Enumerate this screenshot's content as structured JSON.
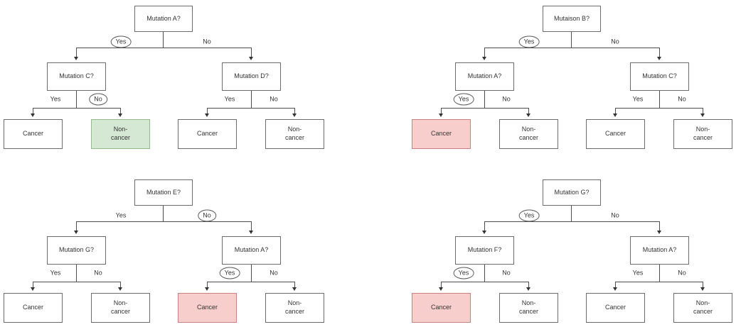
{
  "colors": {
    "canvas_background": "#ffffff",
    "node_border": "#6b6b6b",
    "connector_line": "#4d4d4d",
    "text": "#333333",
    "highlight_green_fill": "#d5e8d4",
    "highlight_green_border": "#94b88a",
    "highlight_red_fill": "#f8cecc",
    "highlight_red_border": "#c9807e"
  },
  "trees": [
    {
      "id": "top-left",
      "root_label": "Mutation A?",
      "branch_yes": {
        "text": "Yes",
        "circled": true
      },
      "branch_no": {
        "text": "No",
        "circled": false
      },
      "children": [
        {
          "label": "Mutation C?",
          "branch_yes": {
            "text": "Yes",
            "circled": false
          },
          "branch_no": {
            "text": "No",
            "circled": true
          }
        },
        {
          "label": "Mutation D?",
          "branch_yes": {
            "text": "Yes",
            "circled": false
          },
          "branch_no": {
            "text": "No",
            "circled": false
          }
        }
      ],
      "leaves": [
        {
          "label": "Cancer",
          "highlight": "none"
        },
        {
          "label": "Non-\ncancer",
          "highlight": "green"
        },
        {
          "label": "Cancer",
          "highlight": "none"
        },
        {
          "label": "Non-\ncancer",
          "highlight": "none"
        }
      ]
    },
    {
      "id": "top-right",
      "root_label": "Mutaison B?",
      "branch_yes": {
        "text": "Yes",
        "circled": true
      },
      "branch_no": {
        "text": "No",
        "circled": false
      },
      "children": [
        {
          "label": "Mutation A?",
          "branch_yes": {
            "text": "Yes",
            "circled": true
          },
          "branch_no": {
            "text": "No",
            "circled": false
          }
        },
        {
          "label": "Mutation C?",
          "branch_yes": {
            "text": "Yes",
            "circled": false
          },
          "branch_no": {
            "text": "No",
            "circled": false
          }
        }
      ],
      "leaves": [
        {
          "label": "Cancer",
          "highlight": "red"
        },
        {
          "label": "Non-\ncancer",
          "highlight": "none"
        },
        {
          "label": "Cancer",
          "highlight": "none"
        },
        {
          "label": "Non-\ncancer",
          "highlight": "none"
        }
      ]
    },
    {
      "id": "bottom-left",
      "root_label": "Mutation E?",
      "branch_yes": {
        "text": "Yes",
        "circled": false
      },
      "branch_no": {
        "text": "No",
        "circled": true
      },
      "children": [
        {
          "label": "Mutation G?",
          "branch_yes": {
            "text": "Yes",
            "circled": false
          },
          "branch_no": {
            "text": "No",
            "circled": false
          }
        },
        {
          "label": "Mutation A?",
          "branch_yes": {
            "text": "Yes",
            "circled": true
          },
          "branch_no": {
            "text": "No",
            "circled": false
          }
        }
      ],
      "leaves": [
        {
          "label": "Cancer",
          "highlight": "none"
        },
        {
          "label": "Non-\ncancer",
          "highlight": "none"
        },
        {
          "label": "Cancer",
          "highlight": "red"
        },
        {
          "label": "Non-\ncancer",
          "highlight": "none"
        }
      ]
    },
    {
      "id": "bottom-right",
      "root_label": "Mutation G?",
      "branch_yes": {
        "text": "Yes",
        "circled": true
      },
      "branch_no": {
        "text": "No",
        "circled": false
      },
      "children": [
        {
          "label": "Mutation F?",
          "branch_yes": {
            "text": "Yes",
            "circled": true
          },
          "branch_no": {
            "text": "No",
            "circled": false
          }
        },
        {
          "label": "Mutation A?",
          "branch_yes": {
            "text": "Yes",
            "circled": false
          },
          "branch_no": {
            "text": "No",
            "circled": false
          }
        }
      ],
      "leaves": [
        {
          "label": "Cancer",
          "highlight": "red"
        },
        {
          "label": "Non-\ncancer",
          "highlight": "none"
        },
        {
          "label": "Cancer",
          "highlight": "none"
        },
        {
          "label": "Non-\ncancer",
          "highlight": "none"
        }
      ]
    }
  ]
}
